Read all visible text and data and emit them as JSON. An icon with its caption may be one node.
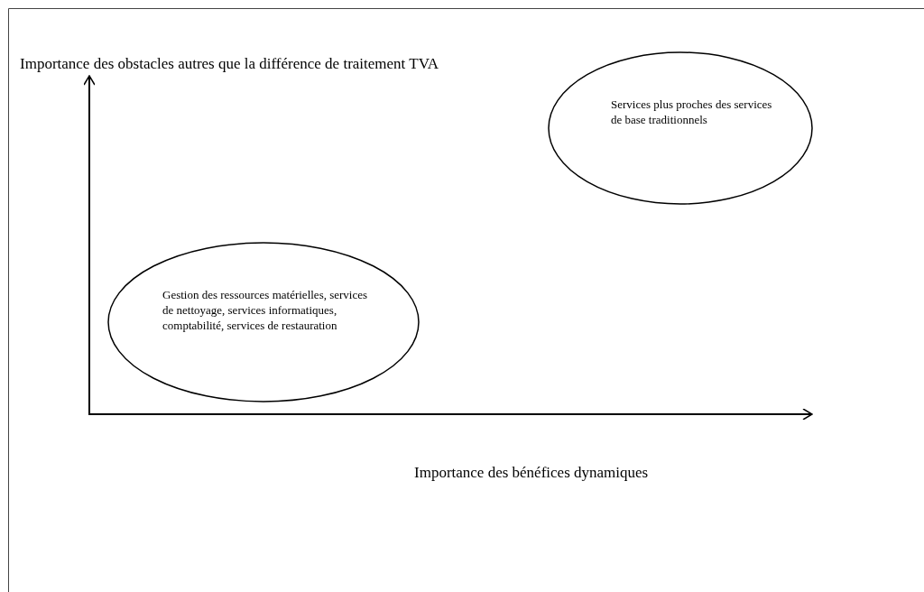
{
  "diagram": {
    "nodes": [
      {
        "text": [
          "Services plus proches des services de base traditionnels"
        ]
      },
      {
        "text": [
          "Gestion des ressources matérielles, services de nettoyage, services informatiques, comptabilité, services de restauration"
        ]
      }
    ],
    "labels": [
      "Importance des obstacles autres que la différence de traitement TVA",
      "Importance des bénéfices dynamiques"
    ]
  }
}
